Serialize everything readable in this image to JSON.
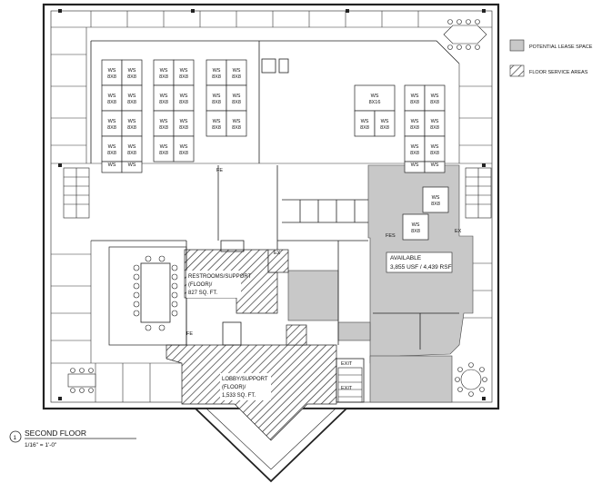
{
  "legend": [
    {
      "key": "lease",
      "label": "POTENTIAL LEASE SPACE",
      "fill": "#c8c8c8",
      "pattern": false
    },
    {
      "key": "service",
      "label": "FLOOR SERVICE AREAS",
      "fill": "#ffffff",
      "pattern": true
    }
  ],
  "title": {
    "number": "1",
    "name": "SECOND FLOOR",
    "scale": "1/16\" = 1'-0\""
  },
  "workstation": {
    "ws": "WS",
    "size_8x8": "8X8",
    "size_8x16": "8X16"
  },
  "rooms": {
    "restrooms": [
      "RESTROOMS/SUPPORT",
      "(FLOOR)/",
      "827 SQ. FT."
    ],
    "lobby": [
      "LOBBY/SUPPORT",
      "(FLOOR)/",
      "1,533 SQ. FT."
    ],
    "available": [
      "AVAILABLE",
      "3,855 USF / 4,439 RSF"
    ]
  },
  "tags": {
    "fe": "FE",
    "fes": "FES",
    "exit": "EXIT",
    "ex": "EX"
  },
  "colors": {
    "lease": "#c8c8c8",
    "wall": "#222222",
    "hatch": "#333333"
  }
}
